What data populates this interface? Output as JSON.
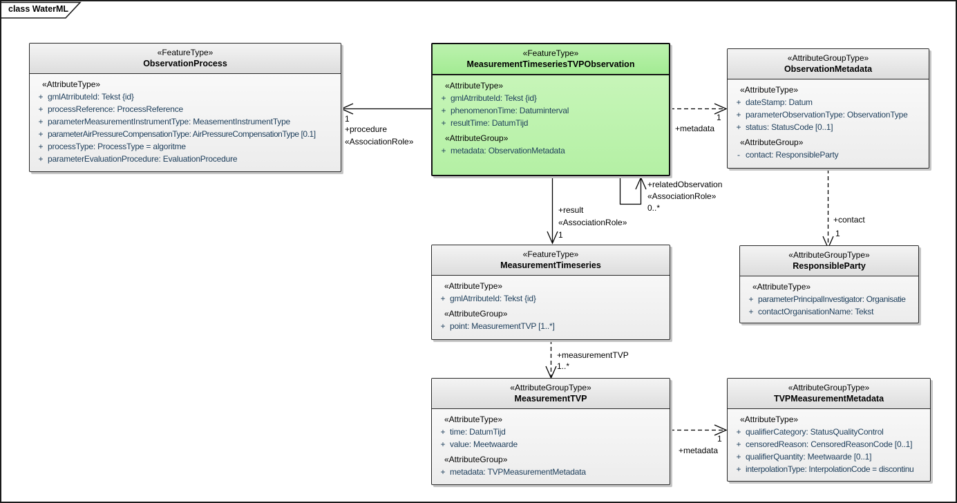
{
  "frame": {
    "tab_label": "class WaterML"
  },
  "colors": {
    "highlight_header": "#a3eb93",
    "highlight_body": "#cdf7bf",
    "member_text": "#1c3d5a",
    "box_shadow": "#c6c6c6"
  },
  "classes": [
    {
      "stereotype": "«FeatureType»",
      "name": "ObservationProcess",
      "sections": [
        {
          "label": "«AttributeType»",
          "members": [
            {
              "vis": "+",
              "text": "gmlAtrributeId: Tekst {id}"
            },
            {
              "vis": "+",
              "text": "processReference: ProcessReference"
            },
            {
              "vis": "+",
              "text": "parameterMeasurementInstrumentType: MeasementInstrumentType"
            },
            {
              "vis": "+",
              "text": "parameterAirPressureCompensationType: AirPressureCompensationType [0.1]"
            },
            {
              "vis": "+",
              "text": "processType: ProcessType = algoritme"
            },
            {
              "vis": "+",
              "text": "parameterEvaluationProcedure: EvaluationProcedure"
            }
          ]
        }
      ]
    },
    {
      "stereotype": "«FeatureType»",
      "name": "MeasurementTimeseriesTVPObservation",
      "sections": [
        {
          "label": "«AttributeType»",
          "members": [
            {
              "vis": "+",
              "text": "gmlAtrributeId: Tekst {id}"
            },
            {
              "vis": "+",
              "text": "phenomenonTime: Datuminterval"
            },
            {
              "vis": "+",
              "text": "resultTime: DatumTijd"
            }
          ]
        },
        {
          "label": "«AttributeGroup»",
          "members": [
            {
              "vis": "+",
              "text": "metadata: ObservationMetadata"
            }
          ]
        }
      ]
    },
    {
      "stereotype": "«AttributeGroupType»",
      "name": "ObservationMetadata",
      "sections": [
        {
          "label": "«AttributeType»",
          "members": [
            {
              "vis": "+",
              "text": "dateStamp: Datum"
            },
            {
              "vis": "+",
              "text": "parameterObservationType: ObservationType"
            },
            {
              "vis": "+",
              "text": "status: StatusCode [0..1]"
            }
          ]
        },
        {
          "label": "«AttributeGroup»",
          "members": [
            {
              "vis": "-",
              "text": "contact: ResponsibleParty"
            }
          ]
        }
      ]
    },
    {
      "stereotype": "«FeatureType»",
      "name": "MeasurementTimeseries",
      "sections": [
        {
          "label": "«AttributeType»",
          "members": [
            {
              "vis": "+",
              "text": "gmlAtrributeId: Tekst {id}"
            }
          ]
        },
        {
          "label": "«AttributeGroup»",
          "members": [
            {
              "vis": "+",
              "text": "point: MeasurementTVP [1..*]"
            }
          ]
        }
      ]
    },
    {
      "stereotype": "«AttributeGroupType»",
      "name": "ResponsibleParty",
      "sections": [
        {
          "label": "«AttributeType»",
          "members": [
            {
              "vis": "+",
              "text": "parameterPrincipalInvestigator: Organisatie"
            },
            {
              "vis": "+",
              "text": "contactOrganisationName: Tekst"
            }
          ]
        }
      ]
    },
    {
      "stereotype": "«AttributeGroupType»",
      "name": "MeasurementTVP",
      "sections": [
        {
          "label": "«AttributeType»",
          "members": [
            {
              "vis": "+",
              "text": "time: DatumTijd"
            },
            {
              "vis": "+",
              "text": "value: Meetwaarde"
            }
          ]
        },
        {
          "label": "«AttributeGroup»",
          "members": [
            {
              "vis": "+",
              "text": "metadata: TVPMeasurementMetadata"
            }
          ]
        }
      ]
    },
    {
      "stereotype": "«AttributeGroupType»",
      "name": "TVPMeasurementMetadata",
      "sections": [
        {
          "label": "«AttributeType»",
          "members": [
            {
              "vis": "+",
              "text": "qualifierCategory: StatusQualityControl"
            },
            {
              "vis": "+",
              "text": "censoredReason: CensoredReasonCode [0..1]"
            },
            {
              "vis": "+",
              "text": "qualifierQuantity: Meetwaarde [0..1]"
            },
            {
              "vis": "+",
              "text": "interpolationType: InterpolationCode = discontinu"
            }
          ]
        }
      ]
    }
  ],
  "connectors": {
    "procedure": {
      "multiplicity": "1",
      "role": "+procedure",
      "stereotype": "«AssociationRole»"
    },
    "metadata_top": {
      "multiplicity": "1",
      "role": "+metadata"
    },
    "result": {
      "role": "+result",
      "stereotype": "«AssociationRole»",
      "multiplicity": "1"
    },
    "related_observation": {
      "role": "+relatedObservation",
      "stereotype": "«AssociationRole»",
      "multiplicity": "0..*"
    },
    "contact": {
      "role": "+contact",
      "multiplicity": "1"
    },
    "measurement_tvp": {
      "role": "+measurementTVP",
      "multiplicity": "1..*"
    },
    "metadata_bottom": {
      "multiplicity": "1",
      "role": "+metadata"
    }
  }
}
